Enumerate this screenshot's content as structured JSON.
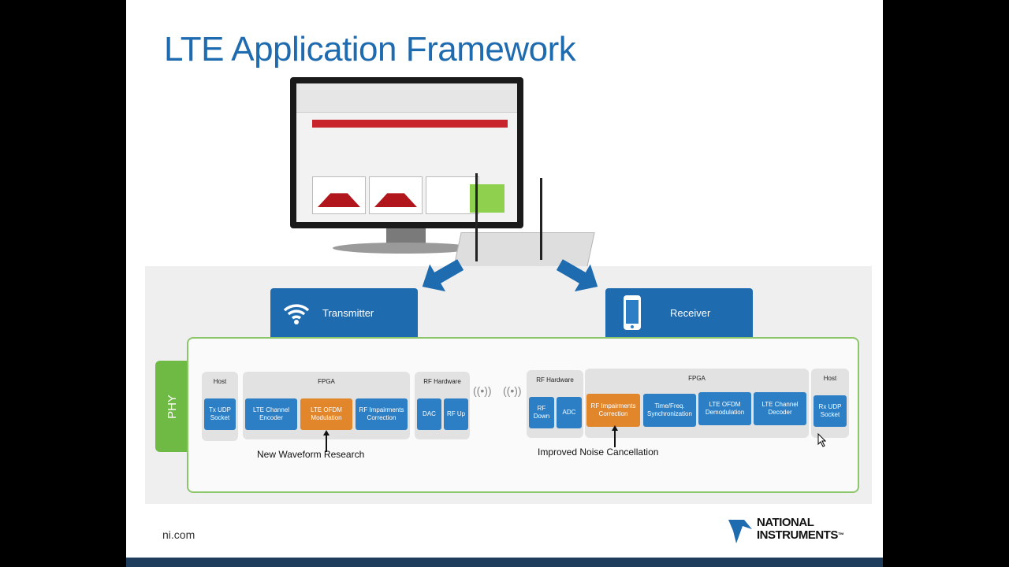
{
  "slide": {
    "title": "LTE Application Framework",
    "footer_url": "ni.com",
    "logo": {
      "line1": "NATIONAL",
      "line2": "INSTRUMENTS",
      "tm": "™"
    }
  },
  "tabs": {
    "transmitter": "Transmitter",
    "receiver": "Receiver"
  },
  "phy_label": "PHY",
  "transmit_chain": {
    "host": {
      "title": "Host",
      "blocks": [
        "Tx UDP Socket"
      ]
    },
    "fpga": {
      "title": "FPGA",
      "blocks": [
        "LTE Channel Encoder",
        "LTE OFDM Modulation",
        "RF Impairments Correction"
      ]
    },
    "rf_hardware": {
      "title": "RF Hardware",
      "blocks": [
        "DAC",
        "RF Up"
      ]
    }
  },
  "receive_chain": {
    "rf_hardware": {
      "title": "RF Hardware",
      "blocks": [
        "RF Down",
        "ADC"
      ]
    },
    "fpga": {
      "title": "FPGA",
      "blocks": [
        "RF Impairments Correction",
        "Time/Freq. Synchronization",
        "LTE OFDM Demodulation",
        "LTE Channel Decoder"
      ]
    },
    "host": {
      "title": "Host",
      "blocks": [
        "Rx UDP Socket"
      ]
    }
  },
  "notes": {
    "tx_note": "New Waveform Research",
    "rx_note": "Improved Noise Cancellation"
  },
  "colors": {
    "accent_blue": "#1f6bb0",
    "block_blue": "#2c7fc4",
    "highlight_orange": "#e2862c",
    "phy_green": "#6fba45"
  },
  "icons": {
    "transmitter": "wifi-broadcast-icon",
    "receiver": "smartphone-icon"
  }
}
